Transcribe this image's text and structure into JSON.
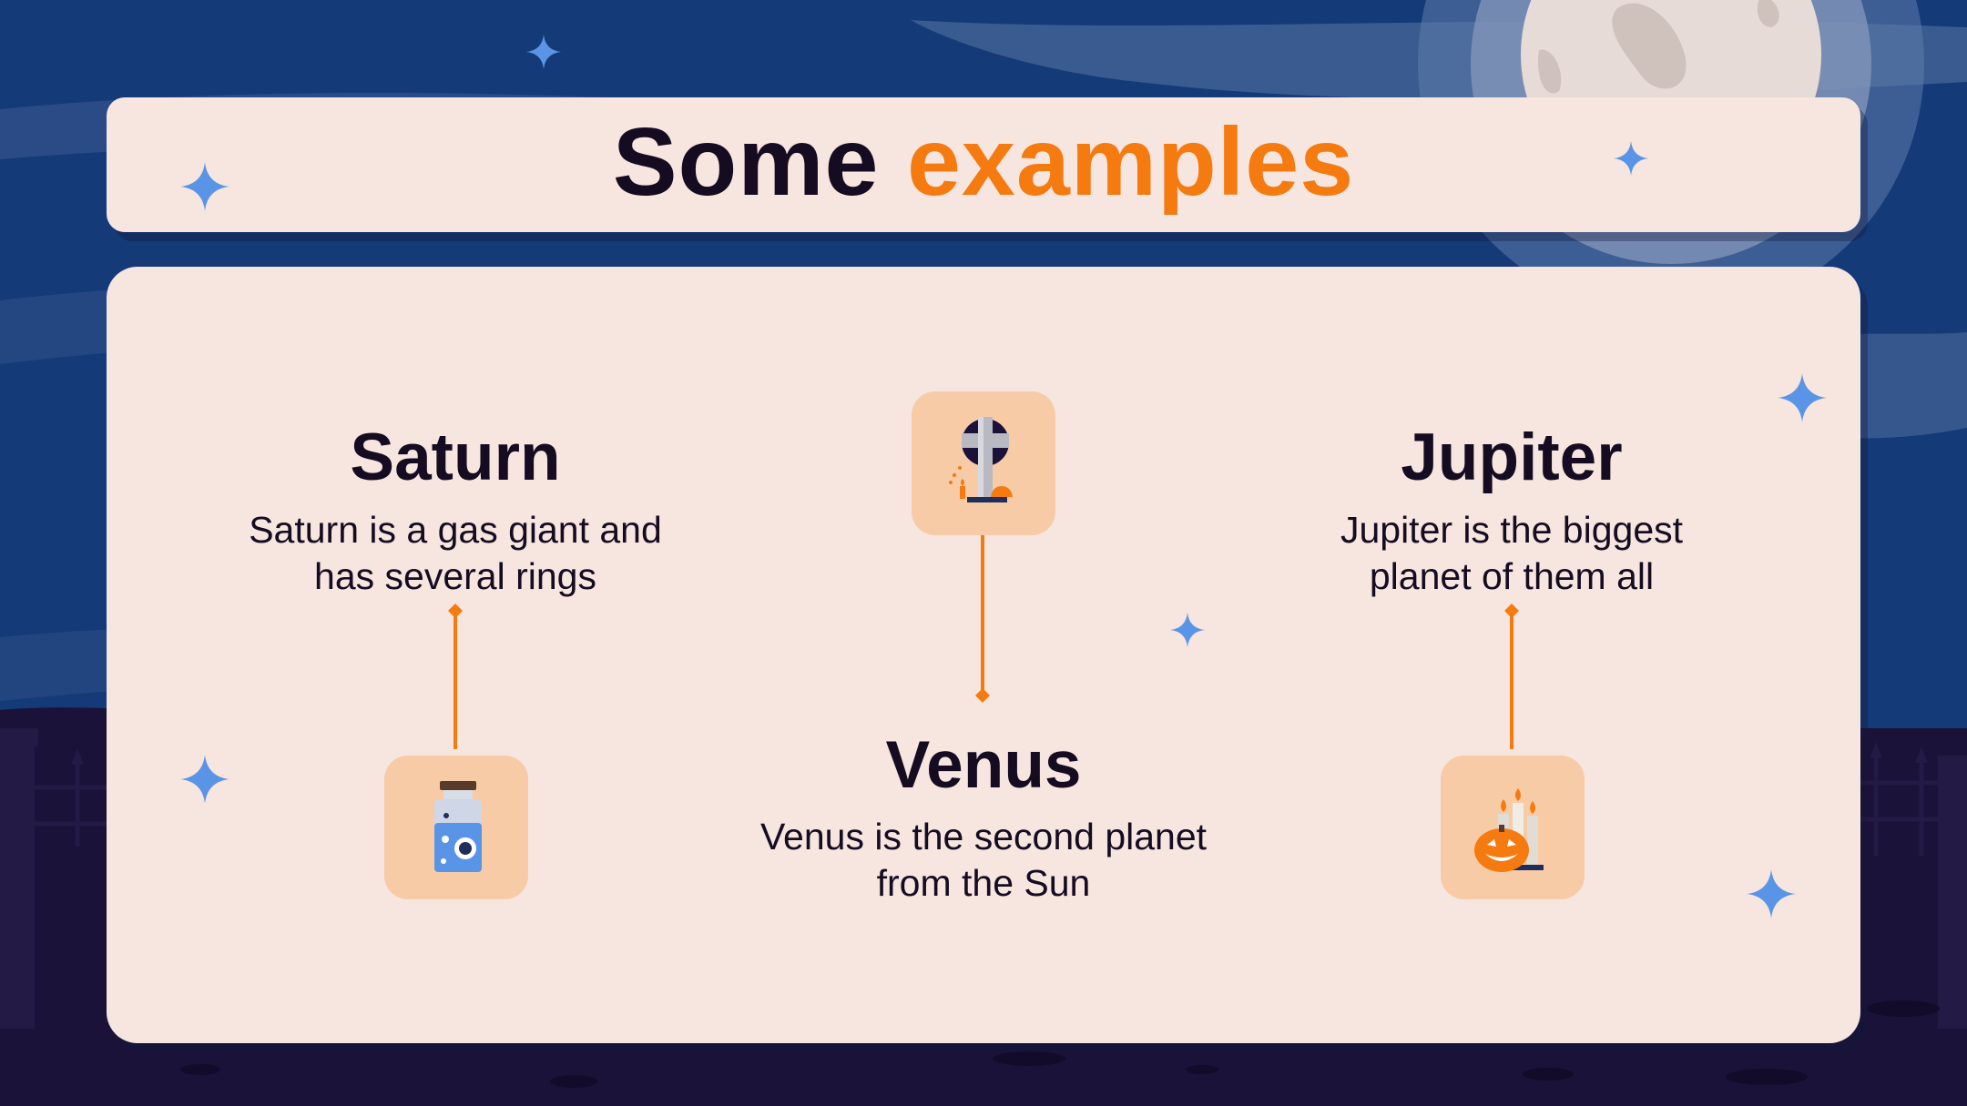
{
  "slide": {
    "title_main": "Some",
    "title_accent": "examples"
  },
  "items": [
    {
      "title": "Saturn",
      "description_line1": "Saturn is a gas giant and",
      "description_line2": "has several rings",
      "icon": "potion-jar-icon"
    },
    {
      "title": "Venus",
      "description_line1": "Venus is the second planet",
      "description_line2": "from the Sun",
      "icon": "gravestone-cross-icon"
    },
    {
      "title": "Jupiter",
      "description_line1": "Jupiter is the biggest",
      "description_line2": "planet of them all",
      "icon": "jack-o-lantern-candles-icon"
    }
  ],
  "colors": {
    "sky": "#143a78",
    "card": "#f6e6df",
    "icon_box": "#f7cba6",
    "accent": "#f57a10",
    "text": "#160c22",
    "star": "#5a94e6",
    "ground": "#1a1238"
  }
}
